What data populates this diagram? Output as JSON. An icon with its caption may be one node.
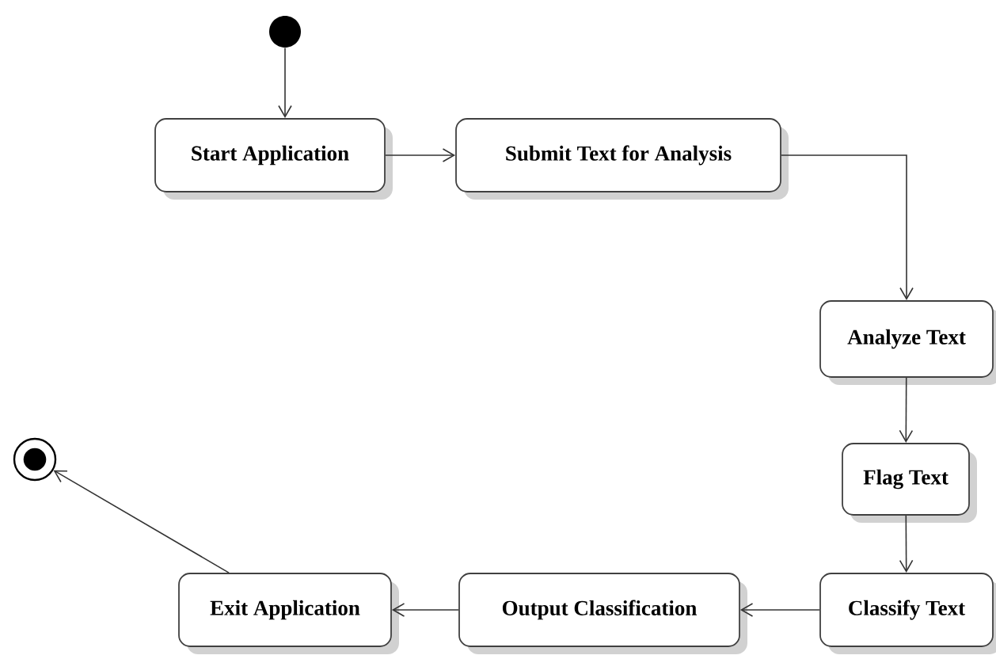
{
  "diagram": {
    "nodes": [
      {
        "text": [],
        "shape": "circle"
      },
      {
        "text": [
          "Start Application"
        ]
      },
      {
        "text": [
          "Submit Text for Analysis"
        ]
      },
      {
        "text": [
          "Analyze Text"
        ]
      },
      {
        "text": [
          "Flag Text"
        ]
      },
      {
        "text": [
          "Classify Text"
        ]
      },
      {
        "text": [
          "Output Classification"
        ]
      },
      {
        "text": [
          "Exit Application"
        ]
      },
      {
        "text": [],
        "shape": "circle"
      }
    ],
    "edges": [
      {
        "from": 0,
        "to": 1,
        "arrow": "to"
      },
      {
        "from": 1,
        "to": 2,
        "arrow": "to"
      },
      {
        "from": 2,
        "to": 3,
        "arrow": "to"
      },
      {
        "from": 3,
        "to": 4,
        "arrow": "to"
      },
      {
        "from": 4,
        "to": 5,
        "arrow": "to"
      },
      {
        "from": 5,
        "to": 6,
        "arrow": "to"
      },
      {
        "from": 6,
        "to": 7,
        "arrow": "to"
      },
      {
        "from": 7,
        "to": 8,
        "arrow": "to"
      }
    ]
  }
}
